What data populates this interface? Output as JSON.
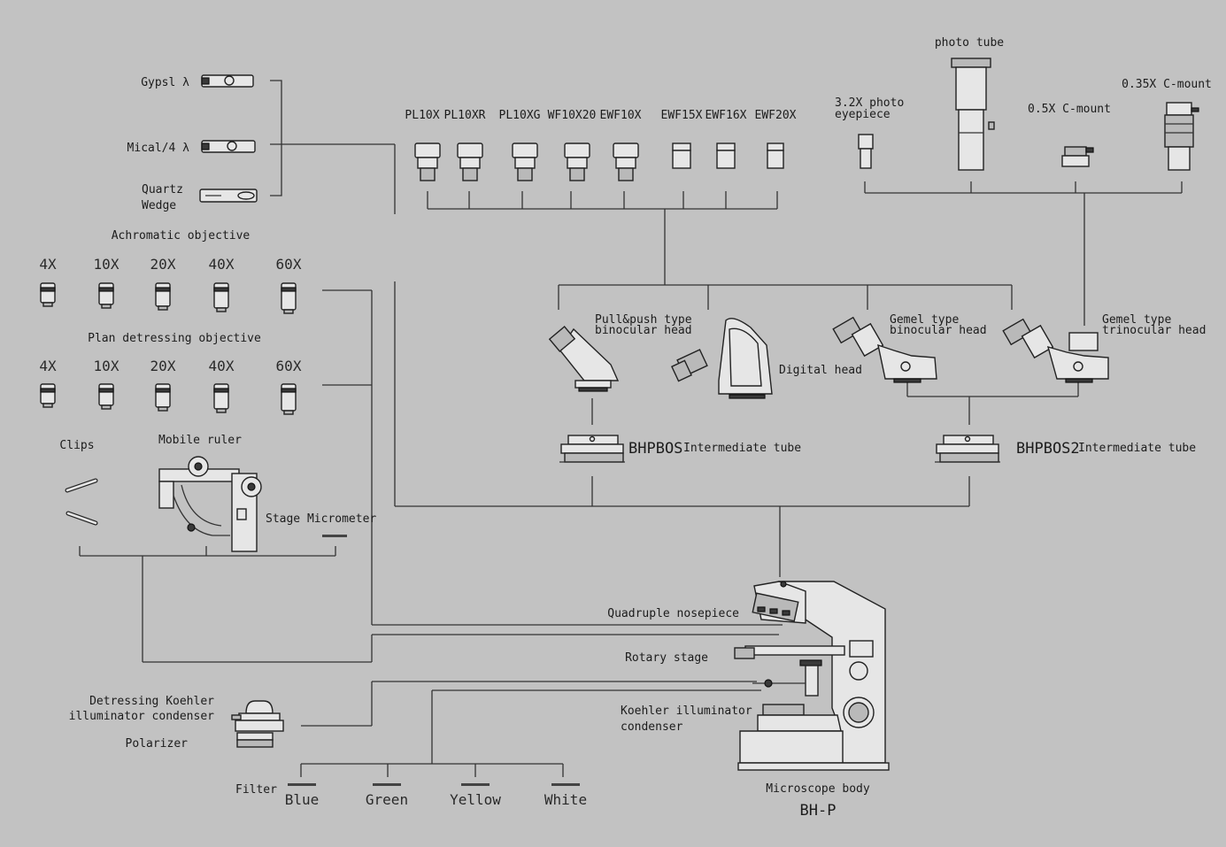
{
  "sliders": {
    "gypsum": "Gypsl λ",
    "mica": "Mical/4 λ",
    "quartz_1": "Quartz",
    "quartz_2": "Wedge"
  },
  "objectives": {
    "achromatic_title": "Achromatic objective",
    "plan_title": "Plan detressing objective",
    "mags": [
      "4X",
      "10X",
      "20X",
      "40X",
      "60X"
    ]
  },
  "eyepieces": [
    "PL10X",
    "PL10XR",
    "PL10XG",
    "WF10X20",
    "EWF10X",
    "EWF15X",
    "EWF16X",
    "EWF20X"
  ],
  "photo": {
    "eyepiece_1": "3.2X photo",
    "eyepiece_2": "eyepiece",
    "tube": "photo tube",
    "cmount_05": "0.5X C-mount",
    "cmount_035": "0.35X C-mount"
  },
  "heads": {
    "pullpush_1": "Pull&push type",
    "pullpush_2": "binocular head",
    "digital": "Digital head",
    "gemel_bino_1": "Gemel type",
    "gemel_bino_2": "binocular head",
    "gemel_trino_1": "Gemel type",
    "gemel_trino_2": "trinocular head"
  },
  "tubes": {
    "bhpbos_code": "BHPBOS",
    "bhpbos_name": "Intermediate tube",
    "bhpbos2_code": "BHPBOS2",
    "bhpbos2_name": "Intermediate tube"
  },
  "stage_parts": {
    "clips": "Clips",
    "ruler": "Mobile ruler",
    "micrometer": "Stage Micrometer"
  },
  "body_parts": {
    "nosepiece": "Quadruple nosepiece",
    "rotary": "Rotary stage",
    "koehler_1": "Koehler illuminator",
    "koehler_2": "condenser",
    "body_title": "Microscope body",
    "body_model": "BH-P"
  },
  "condenser": {
    "label_1": "Detressing Koehler",
    "label_2": "illuminator condenser",
    "polarizer": "Polarizer"
  },
  "filters": {
    "title": "Filter",
    "items": [
      "Blue",
      "Green",
      "Yellow",
      "White"
    ]
  },
  "colors": {
    "background": "#c2c2c2",
    "line": "#333333"
  }
}
